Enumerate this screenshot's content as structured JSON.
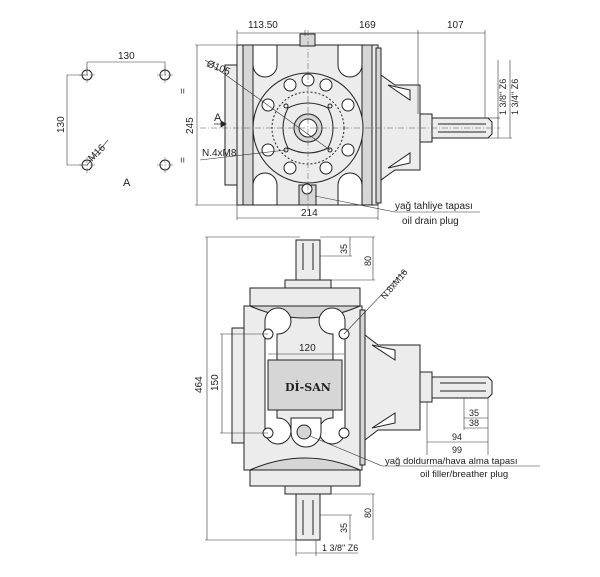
{
  "view_a": {
    "width_dim": "130",
    "height_dim": "130",
    "thread_label": "M16",
    "view_label": "A"
  },
  "top_view": {
    "dim_left": "113.50",
    "dim_middle": "169",
    "dim_right": "107",
    "dim_height": "245",
    "dim_width": "214",
    "equal_sign_top": "=",
    "equal_sign_bottom": "=",
    "view_arrow_label": "A",
    "diameter_label": "Ø105",
    "bolt_label": "N.4xM8",
    "shaft_label_1": "1 3/8\" Z6",
    "shaft_label_2": "1 3/4\" Z6",
    "drain_plug_tr": "yağ tahliye tapası",
    "drain_plug_en": "oil drain plug"
  },
  "front_view": {
    "dim_total_height": "464",
    "dim_hole_vertical": "150",
    "dim_hole_horizontal": "120",
    "bolt_label": "N.8xM16",
    "brand": "Dİ-SAN",
    "top_shaft_35": "35",
    "top_shaft_80": "80",
    "bottom_shaft_35": "35",
    "bottom_shaft_80": "80",
    "bottom_shaft_spline": "1 3/8\" Z6",
    "right_shaft_35": "35",
    "right_shaft_38": "38",
    "right_shaft_94": "94",
    "right_shaft_99": "99",
    "filler_plug_tr": "yağ doldurma/hava alma tapası",
    "filler_plug_en": "oil filler/breather plug"
  }
}
